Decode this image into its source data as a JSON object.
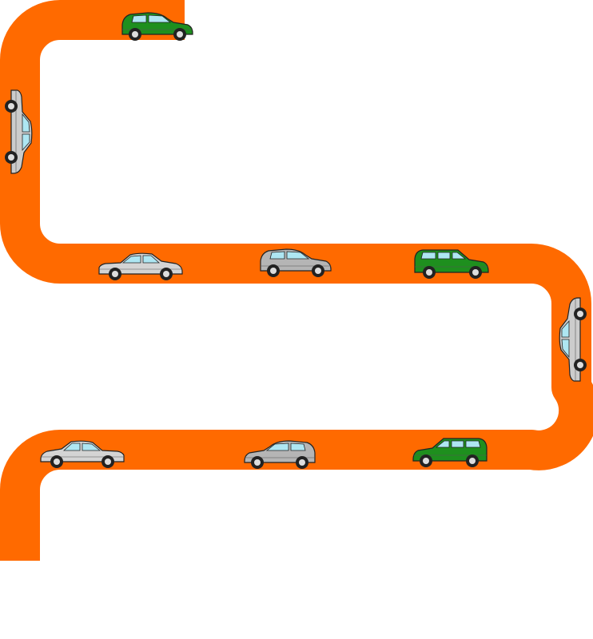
{
  "road": {
    "color": "#ff6a00"
  },
  "cars": [
    {
      "id": "car-1",
      "model": "hatchback",
      "body_color": "#1e8f1e",
      "orientation": "right"
    },
    {
      "id": "car-2",
      "model": "sedan",
      "body_color": "#cccccc",
      "orientation": "down"
    },
    {
      "id": "car-3",
      "model": "sedan",
      "body_color": "#d4d4d4",
      "orientation": "right"
    },
    {
      "id": "car-4",
      "model": "hatchback",
      "body_color": "#b5b5b5",
      "orientation": "right"
    },
    {
      "id": "car-5",
      "model": "wagon",
      "body_color": "#1e8f1e",
      "orientation": "right"
    },
    {
      "id": "car-6",
      "model": "sedan",
      "body_color": "#cccccc",
      "orientation": "up"
    },
    {
      "id": "car-7",
      "model": "wagon",
      "body_color": "#1e8f1e",
      "orientation": "left"
    },
    {
      "id": "car-8",
      "model": "hatchback",
      "body_color": "#b5b5b5",
      "orientation": "left"
    },
    {
      "id": "car-9",
      "model": "sedan",
      "body_color": "#d4d4d4",
      "orientation": "left"
    }
  ]
}
